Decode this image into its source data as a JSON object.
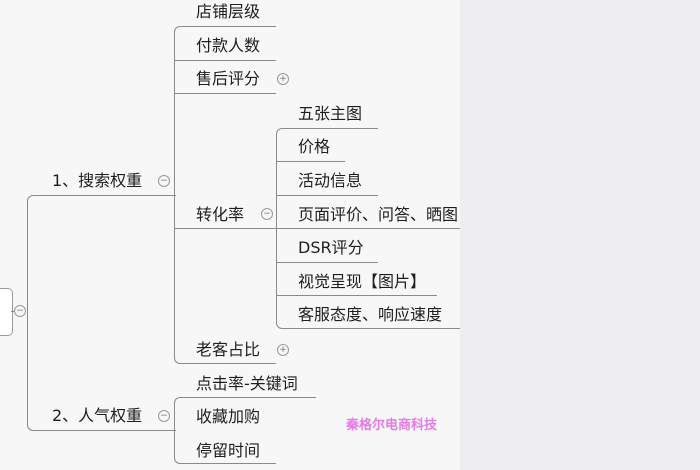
{
  "mindmap": {
    "root": {
      "label": "",
      "toggle": "−"
    },
    "branches": [
      {
        "label": "1、搜索权重",
        "toggle": "−",
        "children": [
          {
            "label": "店铺层级"
          },
          {
            "label": "付款人数"
          },
          {
            "label": "售后评分",
            "toggle": "+"
          },
          {
            "label": "转化率",
            "toggle": "−",
            "children": [
              {
                "label": "五张主图"
              },
              {
                "label": "价格"
              },
              {
                "label": "活动信息"
              },
              {
                "label": "页面评价、问答、晒图"
              },
              {
                "label": "DSR评分"
              },
              {
                "label": "视觉呈现【图片】"
              },
              {
                "label": "客服态度、响应速度"
              }
            ]
          },
          {
            "label": "老客占比",
            "toggle": "+"
          }
        ]
      },
      {
        "label": "2、人气权重",
        "toggle": "−",
        "children": [
          {
            "label": "点击率-关键词"
          },
          {
            "label": "收藏加购"
          },
          {
            "label": "停留时间"
          }
        ]
      }
    ]
  },
  "watermark": {
    "text": "秦格尔电商科技",
    "color": "#e47be6"
  },
  "colors": {
    "line": "#8a8a8a",
    "canvas": "#f7f7f8",
    "panel": "#eeeef0"
  }
}
